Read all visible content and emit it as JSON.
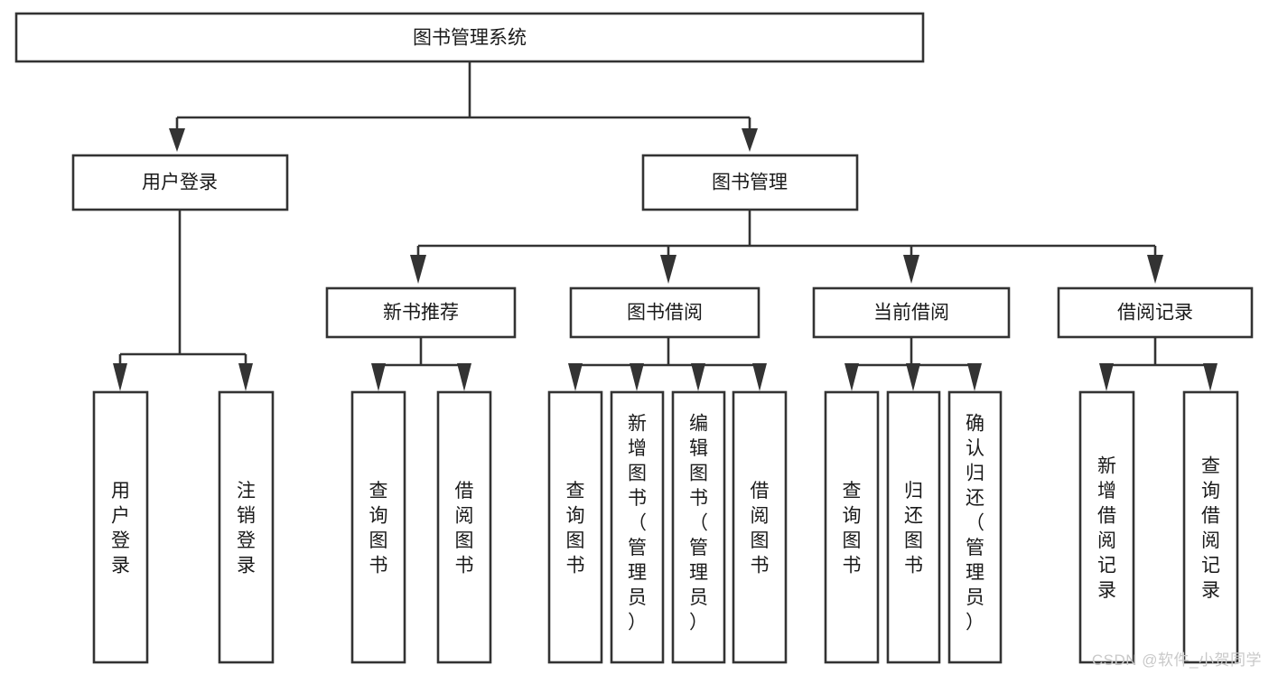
{
  "diagram": {
    "title": "图书管理系统",
    "type": "tree-hierarchy-chart",
    "watermark": "CSDN @软件_小贺同学",
    "colors": {
      "background": "#ffffff",
      "box_fill": "#ffffff",
      "box_stroke": "#333333",
      "text": "#1a1a1a",
      "watermark": "#c9c9c9"
    },
    "root": {
      "label": "图书管理系统"
    },
    "level2": [
      {
        "id": "user-login",
        "label": "用户登录"
      },
      {
        "id": "book-management",
        "label": "图书管理"
      }
    ],
    "level3": [
      {
        "id": "new-book-recommend",
        "label": "新书推荐",
        "parent": "book-management"
      },
      {
        "id": "book-borrow",
        "label": "图书借阅",
        "parent": "book-management"
      },
      {
        "id": "current-borrow",
        "label": "当前借阅",
        "parent": "book-management"
      },
      {
        "id": "borrow-record",
        "label": "借阅记录",
        "parent": "book-management"
      }
    ],
    "leaves": {
      "user-login": [
        {
          "id": "leaf-user-login",
          "label": "用户登录"
        },
        {
          "id": "leaf-logout-login",
          "label": "注销登录"
        }
      ],
      "new-book-recommend": [
        {
          "id": "leaf-query-book-1",
          "label": "查询图书"
        },
        {
          "id": "leaf-borrow-book-1",
          "label": "借阅图书"
        }
      ],
      "book-borrow": [
        {
          "id": "leaf-query-book-2",
          "label": "查询图书"
        },
        {
          "id": "leaf-add-book",
          "label": "新增图书（管理员）"
        },
        {
          "id": "leaf-edit-book",
          "label": "编辑图书（管理员）"
        },
        {
          "id": "leaf-borrow-book-2",
          "label": "借阅图书"
        }
      ],
      "current-borrow": [
        {
          "id": "leaf-query-book-3",
          "label": "查询图书"
        },
        {
          "id": "leaf-return-book",
          "label": "归还图书"
        },
        {
          "id": "leaf-confirm-return",
          "label": "确认归还（管理员）"
        }
      ],
      "borrow-record": [
        {
          "id": "leaf-add-record",
          "label": "新增借阅记录"
        },
        {
          "id": "leaf-query-record",
          "label": "查询借阅记录"
        }
      ]
    }
  }
}
